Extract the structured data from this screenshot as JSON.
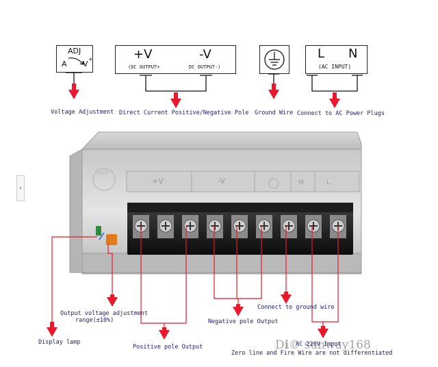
{
  "colors": {
    "arrow": "#e8192c",
    "wire": "#e8192c",
    "label_text": "#1a1a7a"
  },
  "boxes": {
    "adj": {
      "title": "ADJ",
      "left": "A",
      "right": "V",
      "right_sup": "+"
    },
    "dc": {
      "plus": "+V",
      "minus": "-V",
      "plus_sub": "(DC OUTPUT+",
      "minus_sub": "DC OUTPUT-)"
    },
    "ground": {
      "icon": "ground-symbol-icon"
    },
    "ac": {
      "l": "L",
      "n": "N",
      "sub": "(AC INPUT)"
    }
  },
  "top_labels": {
    "voltage_adjustment": "Voltage Adjustment",
    "dc_pos_neg": "Direct Current Positive/Negative Pole",
    "ground_wire": "Ground Wire",
    "ac_plugs": "Connect to AC Power Plugs"
  },
  "device": {
    "panel_labels": [
      "+V",
      "-V",
      "M",
      "L"
    ],
    "terminal_count": 9,
    "brand_mark": "ASK"
  },
  "bottom_labels": {
    "display_lamp": "Display lamp",
    "output_adj_1": "Output voltage adjustment",
    "output_adj_2": "range(±10%)",
    "positive_pole": "Positive pole Output",
    "negative_pole": "Negative pole Output",
    "ground_wire": "Connect to ground wire",
    "ac_input": "AC 220V Input",
    "zero_fire": "Zero line and Fire Wire are not differentiated"
  },
  "side_tab": "‹",
  "watermark": "Dℹ© sunway168"
}
